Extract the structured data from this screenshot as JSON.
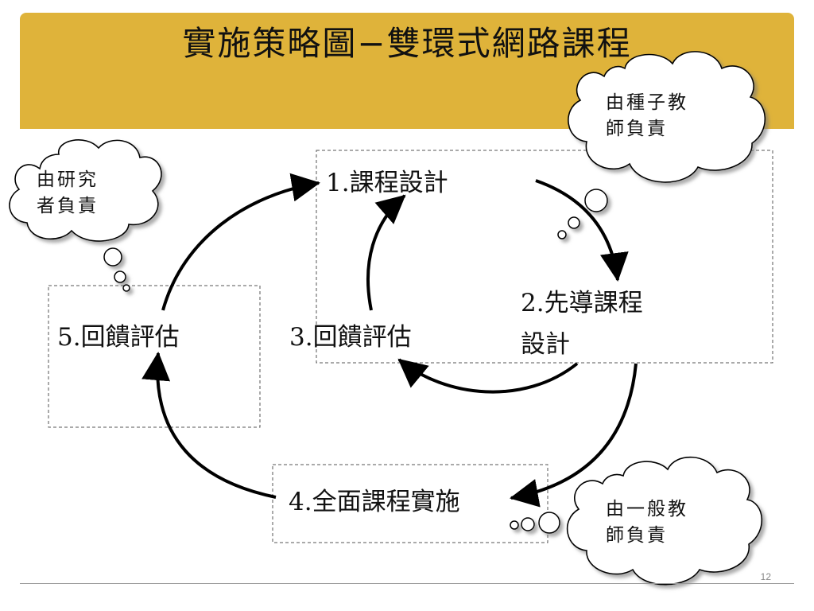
{
  "slide": {
    "title": "實施策略圖−雙環式網路課程",
    "page_number": "12"
  },
  "steps": {
    "s1": "1.課程設計",
    "s2_line1": "2.先導課程",
    "s2_line2": "設計",
    "s3": "3.回饋評估",
    "s4": "4.全面課程實施",
    "s5": "5.回饋評估"
  },
  "clouds": {
    "researcher_line1": "由研究",
    "researcher_line2": "者負責",
    "seed_line1": "由種子教",
    "seed_line2": "師負責",
    "general_line1": "由一般教",
    "general_line2": "師負責"
  },
  "colors": {
    "header": "#dfb33a"
  }
}
